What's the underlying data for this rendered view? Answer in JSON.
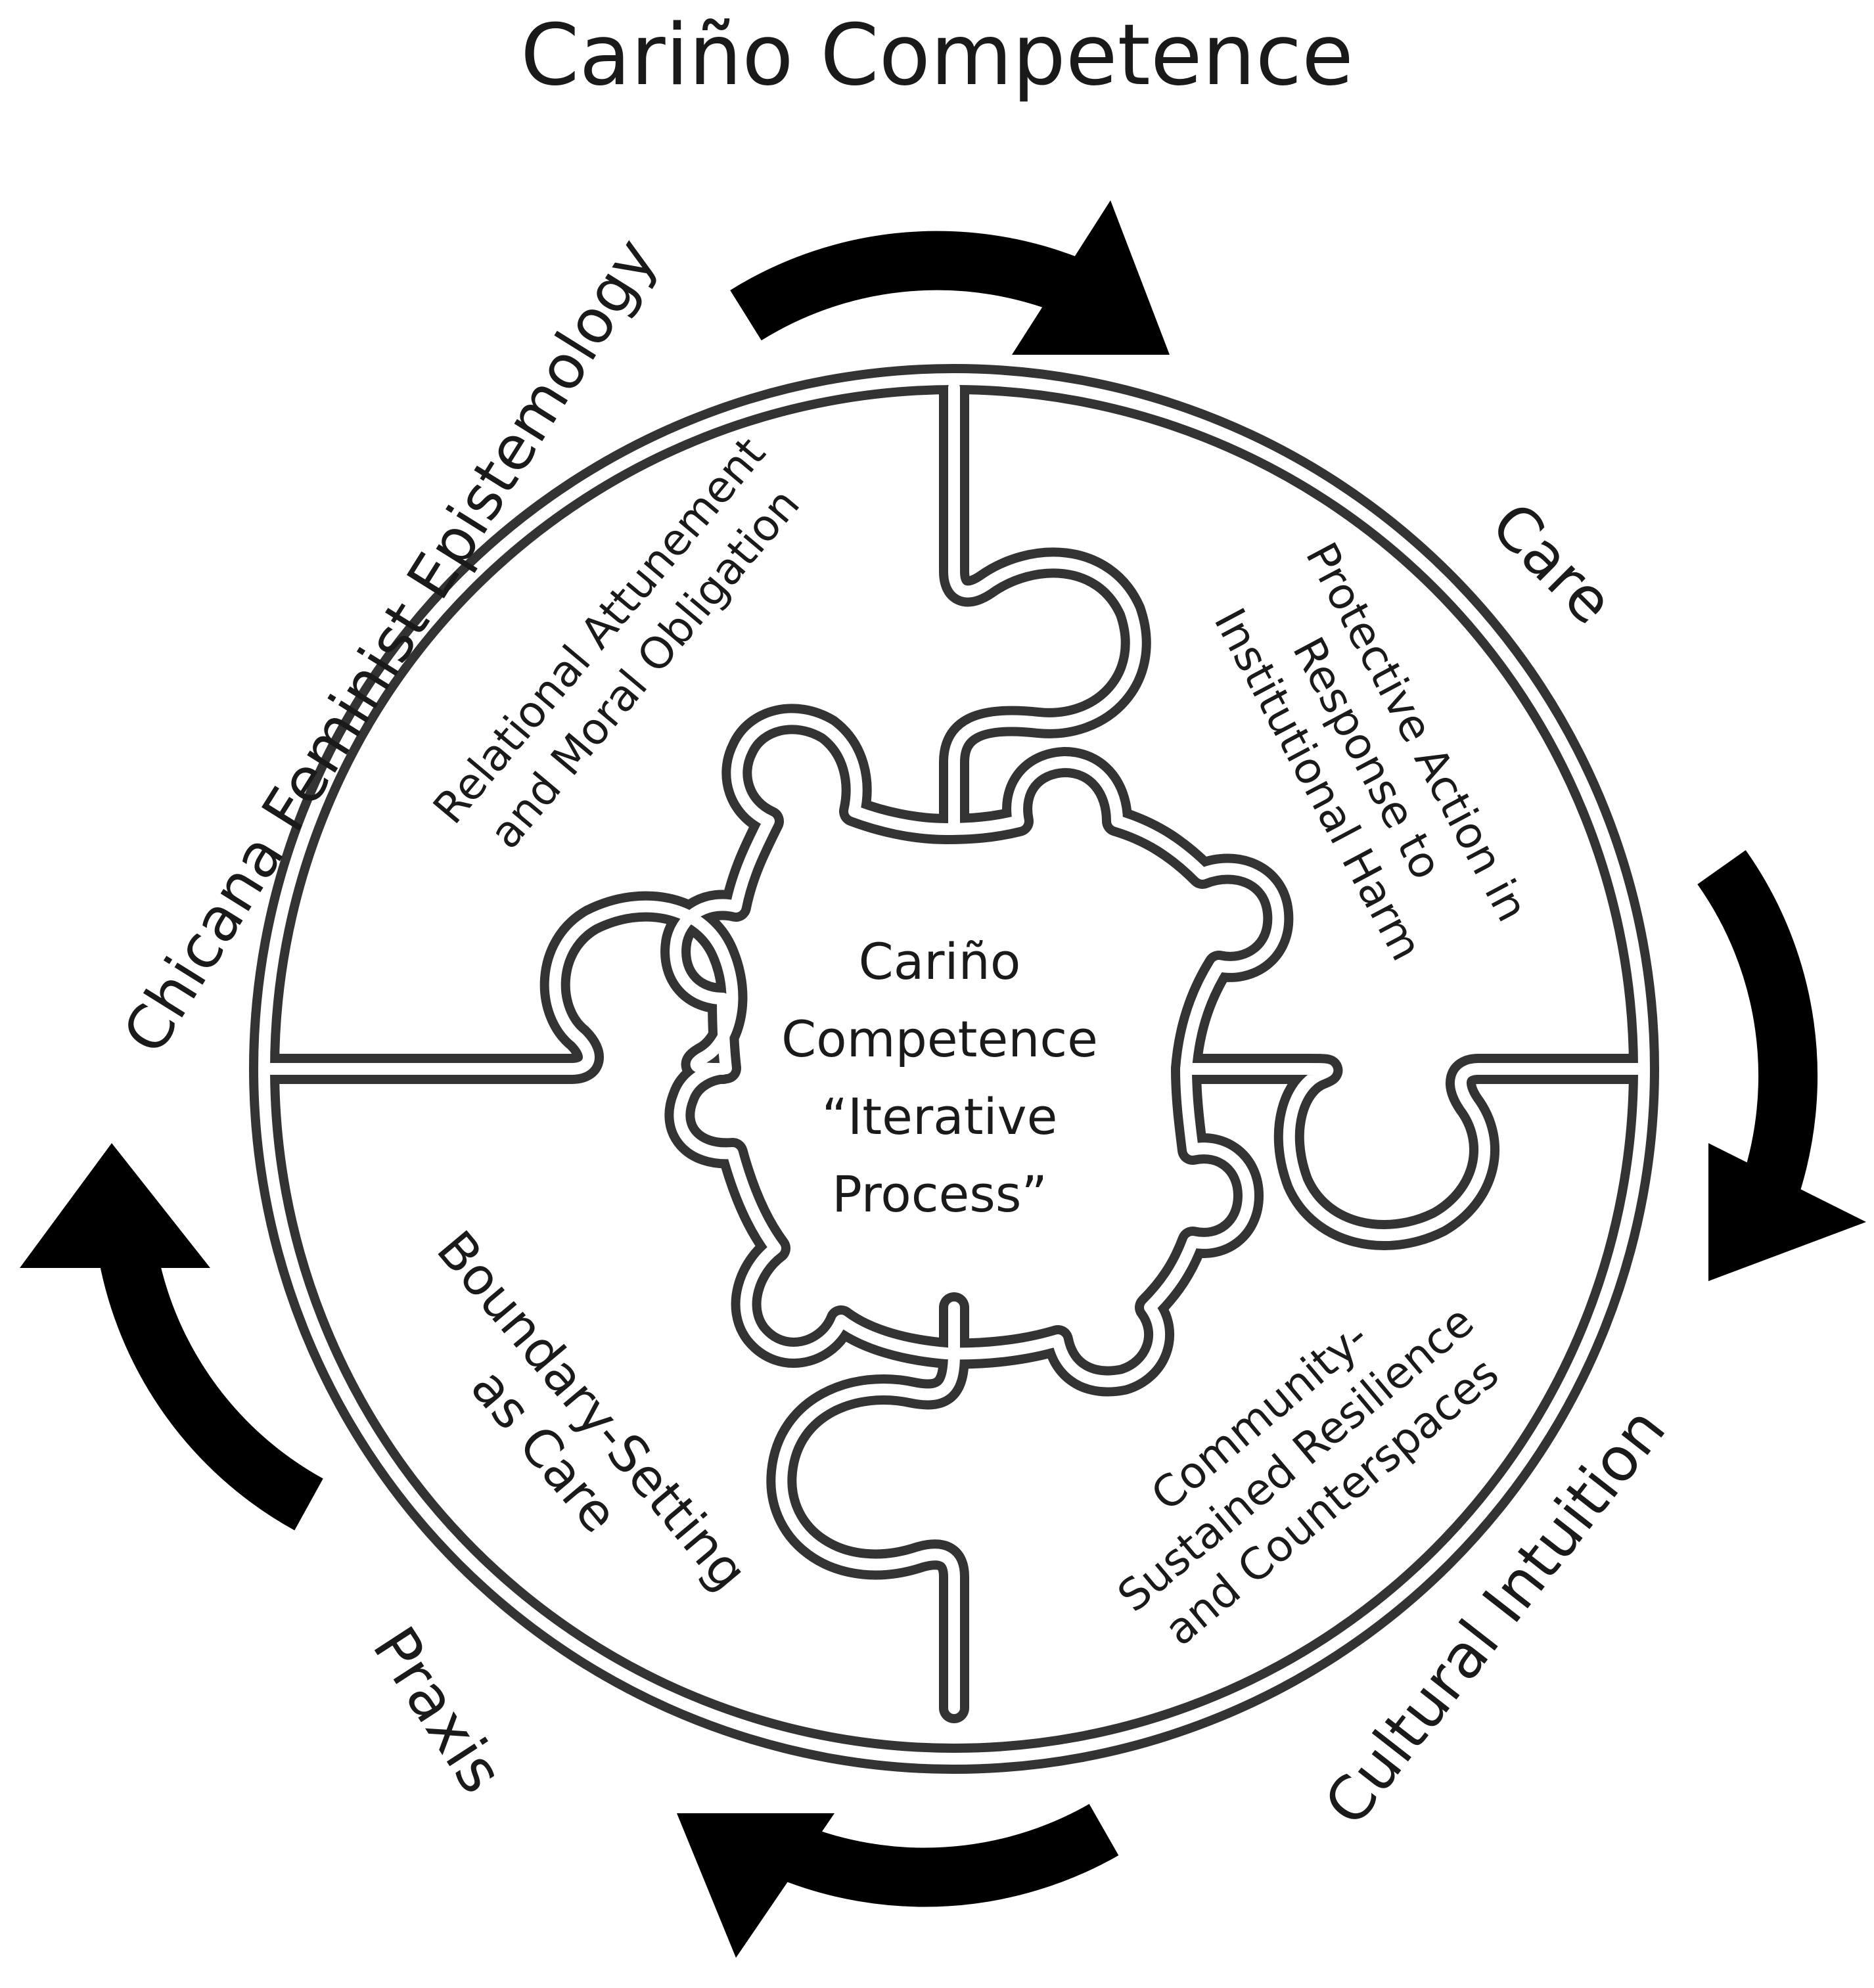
{
  "title": "Cariño Competence",
  "outer_labels": {
    "top_left": "Chicana Feminist Epistemology",
    "top_right": "Care",
    "bottom_right": "Cultural Intuition",
    "bottom_left": "Praxis"
  },
  "quadrant_labels": {
    "top_left": [
      "Relational Attunement",
      "and Moral Obligation"
    ],
    "top_right": [
      "Protective Action in",
      "Response to",
      "Institutional Harm"
    ],
    "bottom_right": [
      "Community-",
      "Sustained Resilience",
      "and Counterspaces"
    ],
    "bottom_left": [
      "Boundary-Setting",
      "as Care"
    ]
  },
  "center_label": [
    "Cariño",
    "Competence",
    "“Iterative",
    "Process”"
  ],
  "arrows": [
    "cycle-arrow-top",
    "cycle-arrow-right",
    "cycle-arrow-bottom",
    "cycle-arrow-left"
  ],
  "colors": {
    "line": "#333333",
    "arrow": "#000000",
    "background": "#ffffff",
    "text": "#1a1a1a"
  }
}
